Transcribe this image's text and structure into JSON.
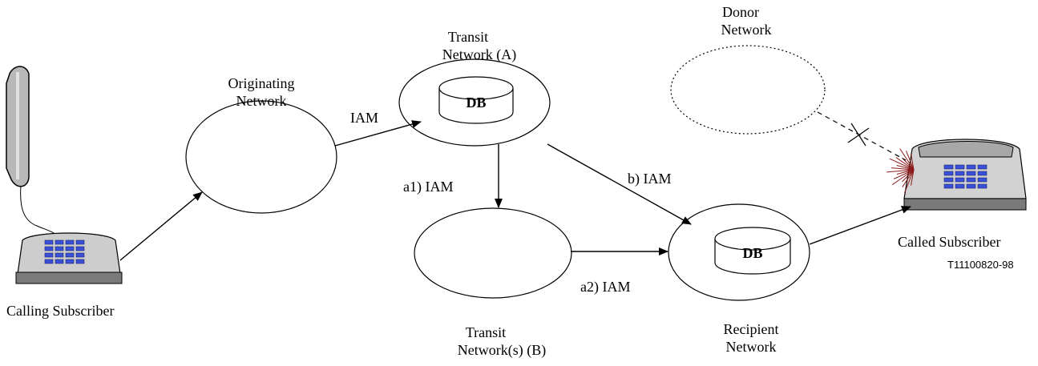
{
  "networks": {
    "originating": {
      "line1": "Originating",
      "line2": "Network"
    },
    "transit_a": {
      "line1": "Transit",
      "line2": "Network (A)"
    },
    "transit_b": {
      "line1": "Transit",
      "line2": "Network(s) (B)"
    },
    "recipient": {
      "line1": "Recipient",
      "line2": "Network"
    },
    "donor": {
      "line1": "Donor",
      "line2": "Network"
    }
  },
  "databases": {
    "transit_a_db": "DB",
    "recipient_db": "DB"
  },
  "messages": {
    "orig_to_transit": "IAM",
    "a1": "a1) IAM",
    "a2": "a2) IAM",
    "b": "b) IAM"
  },
  "subscribers": {
    "calling": "Calling Subscriber",
    "called": "Called Subscriber"
  },
  "figure_code": "T11100820-98",
  "colors": {
    "line": "#000000",
    "phone_body": "#c8c8c8",
    "phone_base": "#808080",
    "keypad": "#3a50d8",
    "ring_marks": "#8b1a1a"
  }
}
